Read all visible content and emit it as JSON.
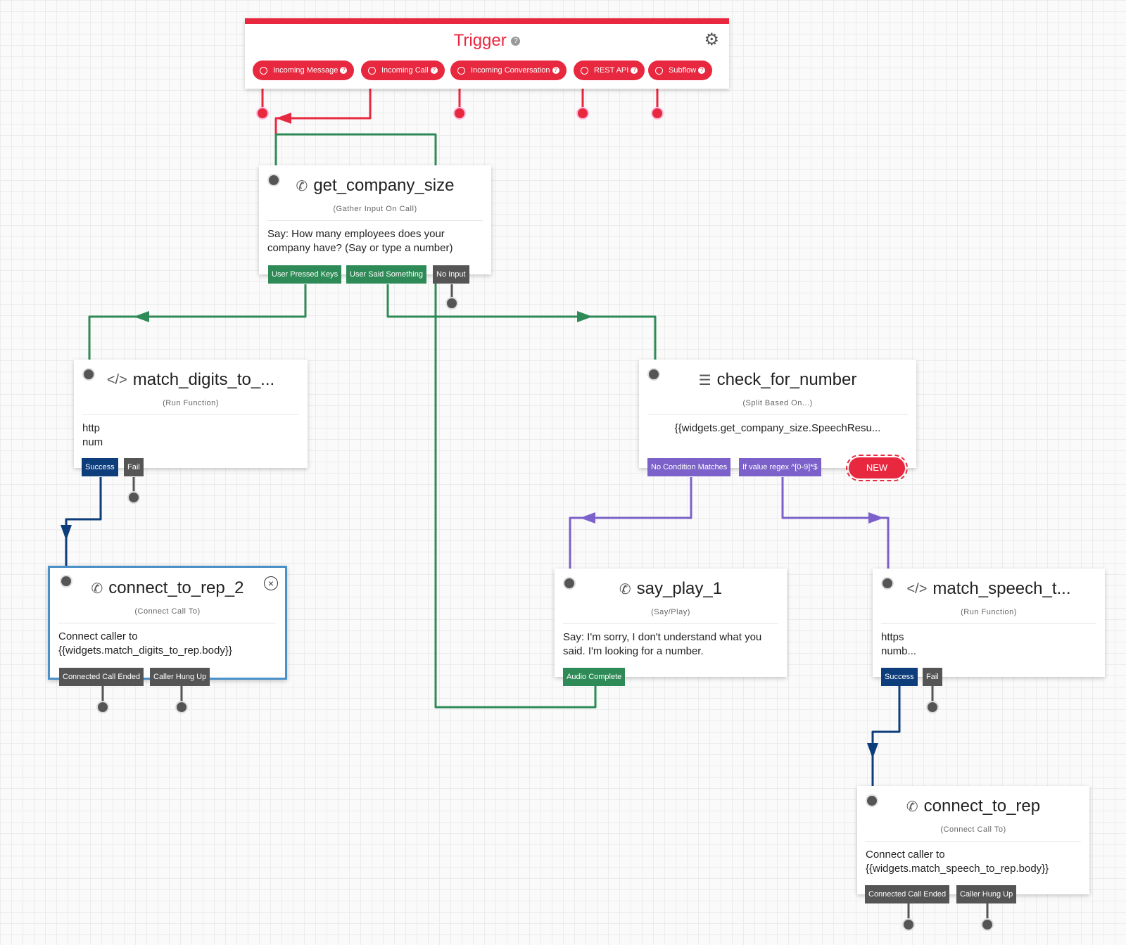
{
  "trigger": {
    "title": "Trigger",
    "help": "?",
    "settings_icon": "gears-icon",
    "items": [
      {
        "label": "Incoming Message"
      },
      {
        "label": "Incoming Call"
      },
      {
        "label": "Incoming Conversation"
      },
      {
        "label": "REST API"
      },
      {
        "label": "Subflow"
      }
    ]
  },
  "widgets": {
    "get_company_size": {
      "title": "get_company_size",
      "type": "(Gather Input On Call)",
      "body": "Say: How many employees does your company have? (Say or type a number)",
      "transitions": [
        "User Pressed Keys",
        "User Said Something",
        "No Input"
      ]
    },
    "match_digits": {
      "title": "match_digits_to_...",
      "type": "(Run Function)",
      "body_line1": "http",
      "body_line2": "num",
      "transitions": [
        "Success",
        "Fail"
      ]
    },
    "check_for_number": {
      "title": "check_for_number",
      "type": "(Split Based On...)",
      "body": "{{widgets.get_company_size.SpeechResu...",
      "transitions": [
        "No Condition Matches",
        "If value regex ^[0-9]*$"
      ],
      "new_label": "NEW"
    },
    "connect_to_rep_2": {
      "title": "connect_to_rep_2",
      "type": "(Connect Call To)",
      "body": "Connect caller to {{widgets.match_digits_to_rep.body}}",
      "transitions": [
        "Connected Call Ended",
        "Caller Hung Up"
      ]
    },
    "say_play_1": {
      "title": "say_play_1",
      "type": "(Say/Play)",
      "body": "Say: I'm sorry, I don't understand what you said. I'm looking for a number.",
      "transitions": [
        "Audio Complete"
      ]
    },
    "match_speech": {
      "title": "match_speech_t...",
      "type": "(Run Function)",
      "body_line1": "https",
      "body_line2": "numb...",
      "transitions": [
        "Success",
        "Fail"
      ]
    },
    "connect_to_rep": {
      "title": "connect_to_rep",
      "type": "(Connect Call To)",
      "body": "Connect caller to {{widgets.match_speech_to_rep.body}}",
      "transitions": [
        "Connected Call Ended",
        "Caller Hung Up"
      ]
    }
  },
  "colors": {
    "trigger_red": "#e8283f",
    "green": "#2e8b57",
    "dark_gray": "#555555",
    "navy": "#0d3d7a",
    "purple": "#7b61c9",
    "selected_blue": "#4a90c9"
  }
}
